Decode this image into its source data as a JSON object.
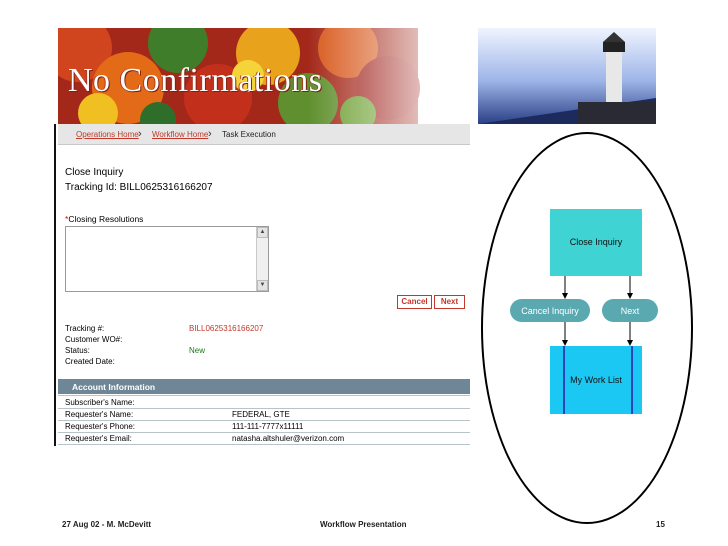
{
  "slide": {
    "title": "No Confirmations",
    "footer_left": "27 Aug 02 - M. McDevitt",
    "footer_center": "Workflow Presentation",
    "footer_right": "15"
  },
  "breadcrumb": {
    "items": [
      "Operations Home",
      "Workflow Home",
      "Task Execution"
    ]
  },
  "task": {
    "heading": "Close Inquiry",
    "tracking_line": "Tracking Id: BILL0625316166207",
    "closing_required_mark": "*",
    "closing_label": "Closing Resolutions",
    "closing_value": "",
    "cancel_label": "Cancel",
    "next_label": "Next"
  },
  "details": [
    {
      "label": "Tracking #:",
      "value": "BILL0625316166207",
      "color": "#c0392b"
    },
    {
      "label": "Customer WO#:",
      "value": "",
      "color": "#000000"
    },
    {
      "label": "Status:",
      "value": "New",
      "color": "#1a7a1a"
    },
    {
      "label": "Created Date:",
      "value": "",
      "color": "#000000"
    }
  ],
  "account": {
    "title": "Account Information",
    "rows": [
      {
        "label": "Subscriber's Name:",
        "value": ""
      },
      {
        "label": "Requester's Name:",
        "value": "FEDERAL, GTE"
      },
      {
        "label": "Requester's Phone:",
        "value": "111-111-7777x11111"
      },
      {
        "label": "Requester's Email:",
        "value": "natasha.altshuler@verizon.com"
      }
    ]
  },
  "flow": {
    "top_box": "Close Inquiry",
    "left_pill": "Cancel Inquiry",
    "right_pill": "Next",
    "bottom_box": "My Work List",
    "box_color": "#3fd3d3",
    "bottom_color": "#1bc8f4",
    "pill_color": "#5aa9b0"
  }
}
